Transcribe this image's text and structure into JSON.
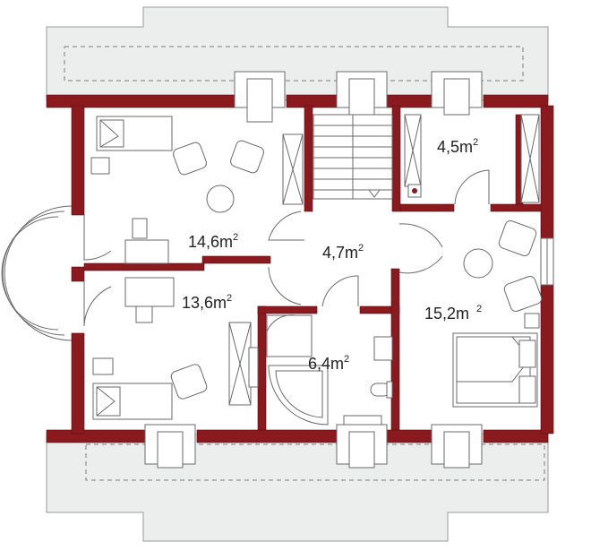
{
  "rooms": [
    {
      "id": "bedroom-left-top",
      "area": "14,6m",
      "sup": "2"
    },
    {
      "id": "bedroom-left-bottom",
      "area": "13,6m",
      "sup": "2"
    },
    {
      "id": "hall",
      "area": "4,7m",
      "sup": "2"
    },
    {
      "id": "storage",
      "area": "4,5m",
      "sup": "2"
    },
    {
      "id": "bathroom",
      "area": "6,4m",
      "sup": "2"
    },
    {
      "id": "bedroom-right",
      "area": "15,2m",
      "sup": "2"
    }
  ],
  "colors": {
    "wall": "#8b1a1f",
    "roof": "#eceeed",
    "furniture": "#6a6a6a"
  }
}
